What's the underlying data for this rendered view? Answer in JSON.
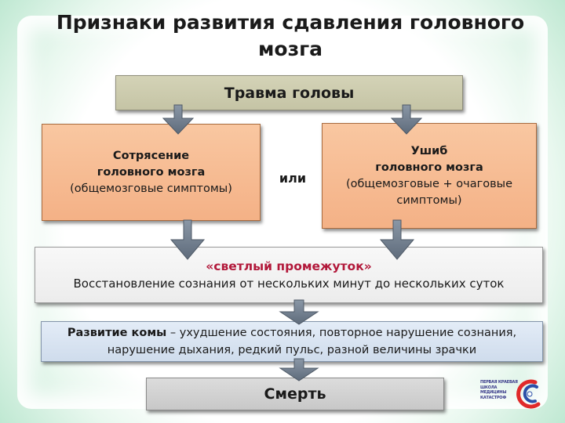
{
  "title": "Признаки развития сдавления головного мозга",
  "trauma": "Травма головы",
  "left_box": {
    "line1": "Сотрясение",
    "line2": "головного мозга",
    "line3": "(общемозговые симптомы)"
  },
  "right_box": {
    "line1": "Ушиб",
    "line2": "головного мозга",
    "line3": "(общемозговые + очаговые симптомы)"
  },
  "or_label": "или",
  "interval": {
    "heading": "«светлый промежуток»",
    "text": "Восстановление  сознания от нескольких минут до нескольких суток"
  },
  "coma": {
    "heading": "Развитие комы",
    "text": " – ухудшение состояния, повторное нарушение сознания, нарушение дыхания, редкий пульс, разной величины зрачки"
  },
  "death": "Смерть",
  "logo": {
    "text": "ПЕРВАЯ КРАЕВАЯ ШКОЛА МЕДИЦИНЫ КАТАСТРОФ"
  },
  "colors": {
    "arrow_fill": "#6f7c8c",
    "interval_heading": "#b2183a",
    "orange_box": "#f4b186",
    "trauma_box": "#c5c4a5",
    "coma_box": "#cfdcec"
  }
}
